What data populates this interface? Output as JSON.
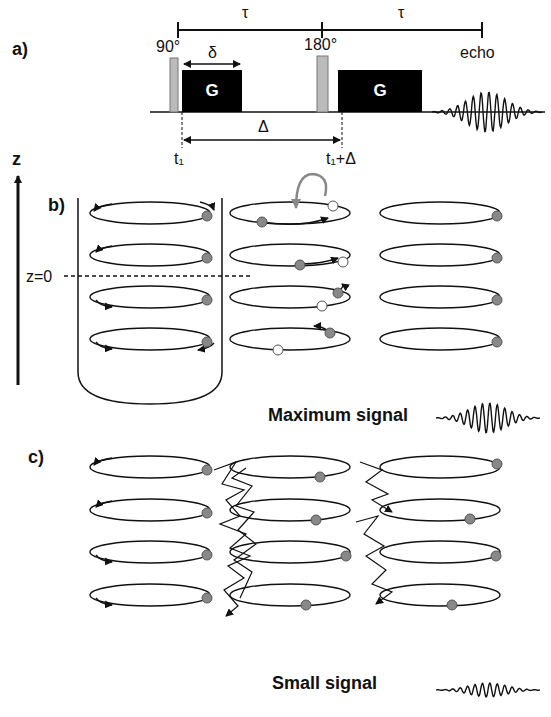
{
  "diagram": {
    "nodes": [
      {
        "text": [
          "G"
        ]
      },
      {
        "text": [
          "G"
        ]
      }
    ],
    "labels": [
      "a)",
      "τ",
      "τ",
      "90°",
      "180°",
      "δ",
      "echo",
      "Δ",
      "t₁",
      "t₁+Δ",
      "z",
      "b)",
      "z=0",
      "Maximum signal",
      "c)",
      "Small signal"
    ]
  }
}
